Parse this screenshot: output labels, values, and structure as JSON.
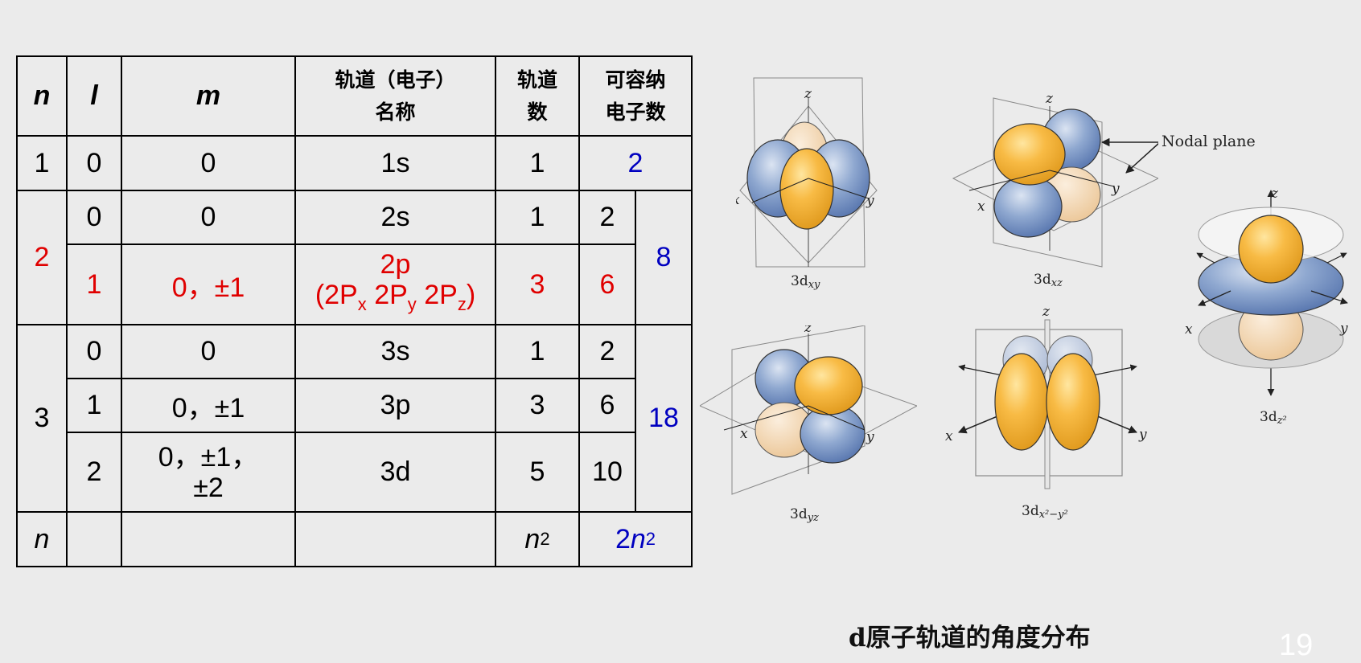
{
  "table": {
    "headers": {
      "n": "n",
      "l": "l",
      "m": "m",
      "name_line1": "轨道（电子）",
      "name_line2": "名称",
      "count_line1": "轨道",
      "count_line2": "数",
      "cap_line1": "可容纳",
      "cap_line2": "电子数"
    },
    "row1": {
      "n": "1",
      "l": "0",
      "m": "0",
      "name": "1s",
      "count": "1",
      "capacity": "2"
    },
    "shell2": {
      "n": "2",
      "total": "8",
      "row_s": {
        "l": "0",
        "m": "0",
        "name": "2s",
        "count": "1",
        "cap": "2"
      },
      "row_p": {
        "l": "1",
        "m": "0，±1",
        "name_line1": "2p",
        "name_line2_pre": "(2P",
        "sub_x": "x",
        "mid1": " 2P",
        "sub_y": "y",
        "mid2": " 2P",
        "sub_z": "z",
        "close": ")",
        "count": "3",
        "cap": "6"
      }
    },
    "shell3": {
      "n": "3",
      "total": "18",
      "row_s": {
        "l": "0",
        "m": "0",
        "name": "3s",
        "count": "1",
        "cap": "2"
      },
      "row_p": {
        "l": "1",
        "m": "0，±1",
        "name": "3p",
        "count": "3",
        "cap": "6"
      },
      "row_d": {
        "l": "2",
        "m_line1": "0，±1，",
        "m_line2": "±2",
        "name": "3d",
        "count": "5",
        "cap": "10"
      }
    },
    "row_n": {
      "n": "n",
      "count_base": "n",
      "count_exp": "2",
      "cap_coef": "2",
      "cap_base": "n",
      "cap_exp": "2"
    }
  },
  "figure": {
    "nodal_plane_label": "Nodal plane",
    "orbitals": {
      "dxy": {
        "prefix": "3d",
        "sub": "xy"
      },
      "dxz": {
        "prefix": "3d",
        "sub": "xz"
      },
      "dyz": {
        "prefix": "3d",
        "sub": "yz"
      },
      "dx2y2": {
        "prefix": "3d",
        "sub": "x²−y²"
      },
      "dz2": {
        "prefix": "3d",
        "sub": "z²"
      }
    },
    "axis_x": "x",
    "axis_y": "y",
    "axis_z": "z"
  },
  "caption": "d原子轨道的角度分布",
  "page_number": "19",
  "colors": {
    "red": "#e00000",
    "blue": "#0000c0",
    "lobe_yellow": "#f7b733",
    "lobe_blue": "#7f9bc9"
  }
}
